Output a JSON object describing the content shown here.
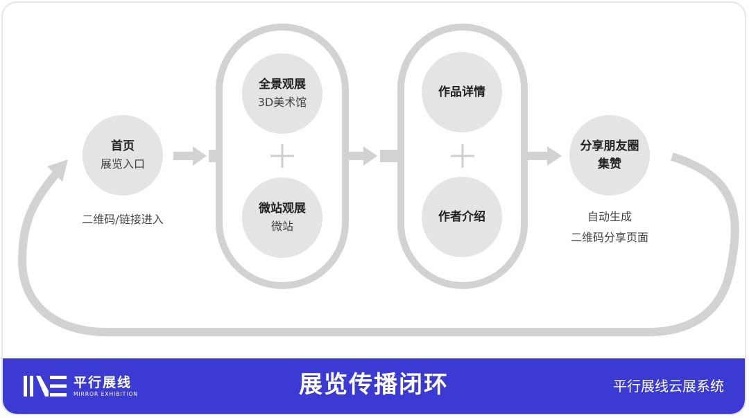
{
  "nodes": {
    "home": {
      "title": "首页",
      "subtitle": "展览入口",
      "caption": "二维码/链接进入"
    },
    "panorama": {
      "title": "全景观展",
      "subtitle": "3D美术馆"
    },
    "micro_site": {
      "title": "微站观展",
      "subtitle": "微站"
    },
    "artwork_detail": {
      "title": "作品详情"
    },
    "author_intro": {
      "title": "作者介绍"
    },
    "share": {
      "title_line1": "分享朋友圈",
      "title_line2": "集赞",
      "caption_line1": "自动生成",
      "caption_line2": "二维码分享页面"
    }
  },
  "footer": {
    "logo_cn": "平行展线",
    "logo_en": "MIRROR EXHIBITION",
    "title": "展览传播闭环",
    "right": "平行展线云展系统"
  },
  "colors": {
    "node_fill": "#e4e4e4",
    "line": "#d2d2d2",
    "footer_bg": "#3b3bd4"
  }
}
